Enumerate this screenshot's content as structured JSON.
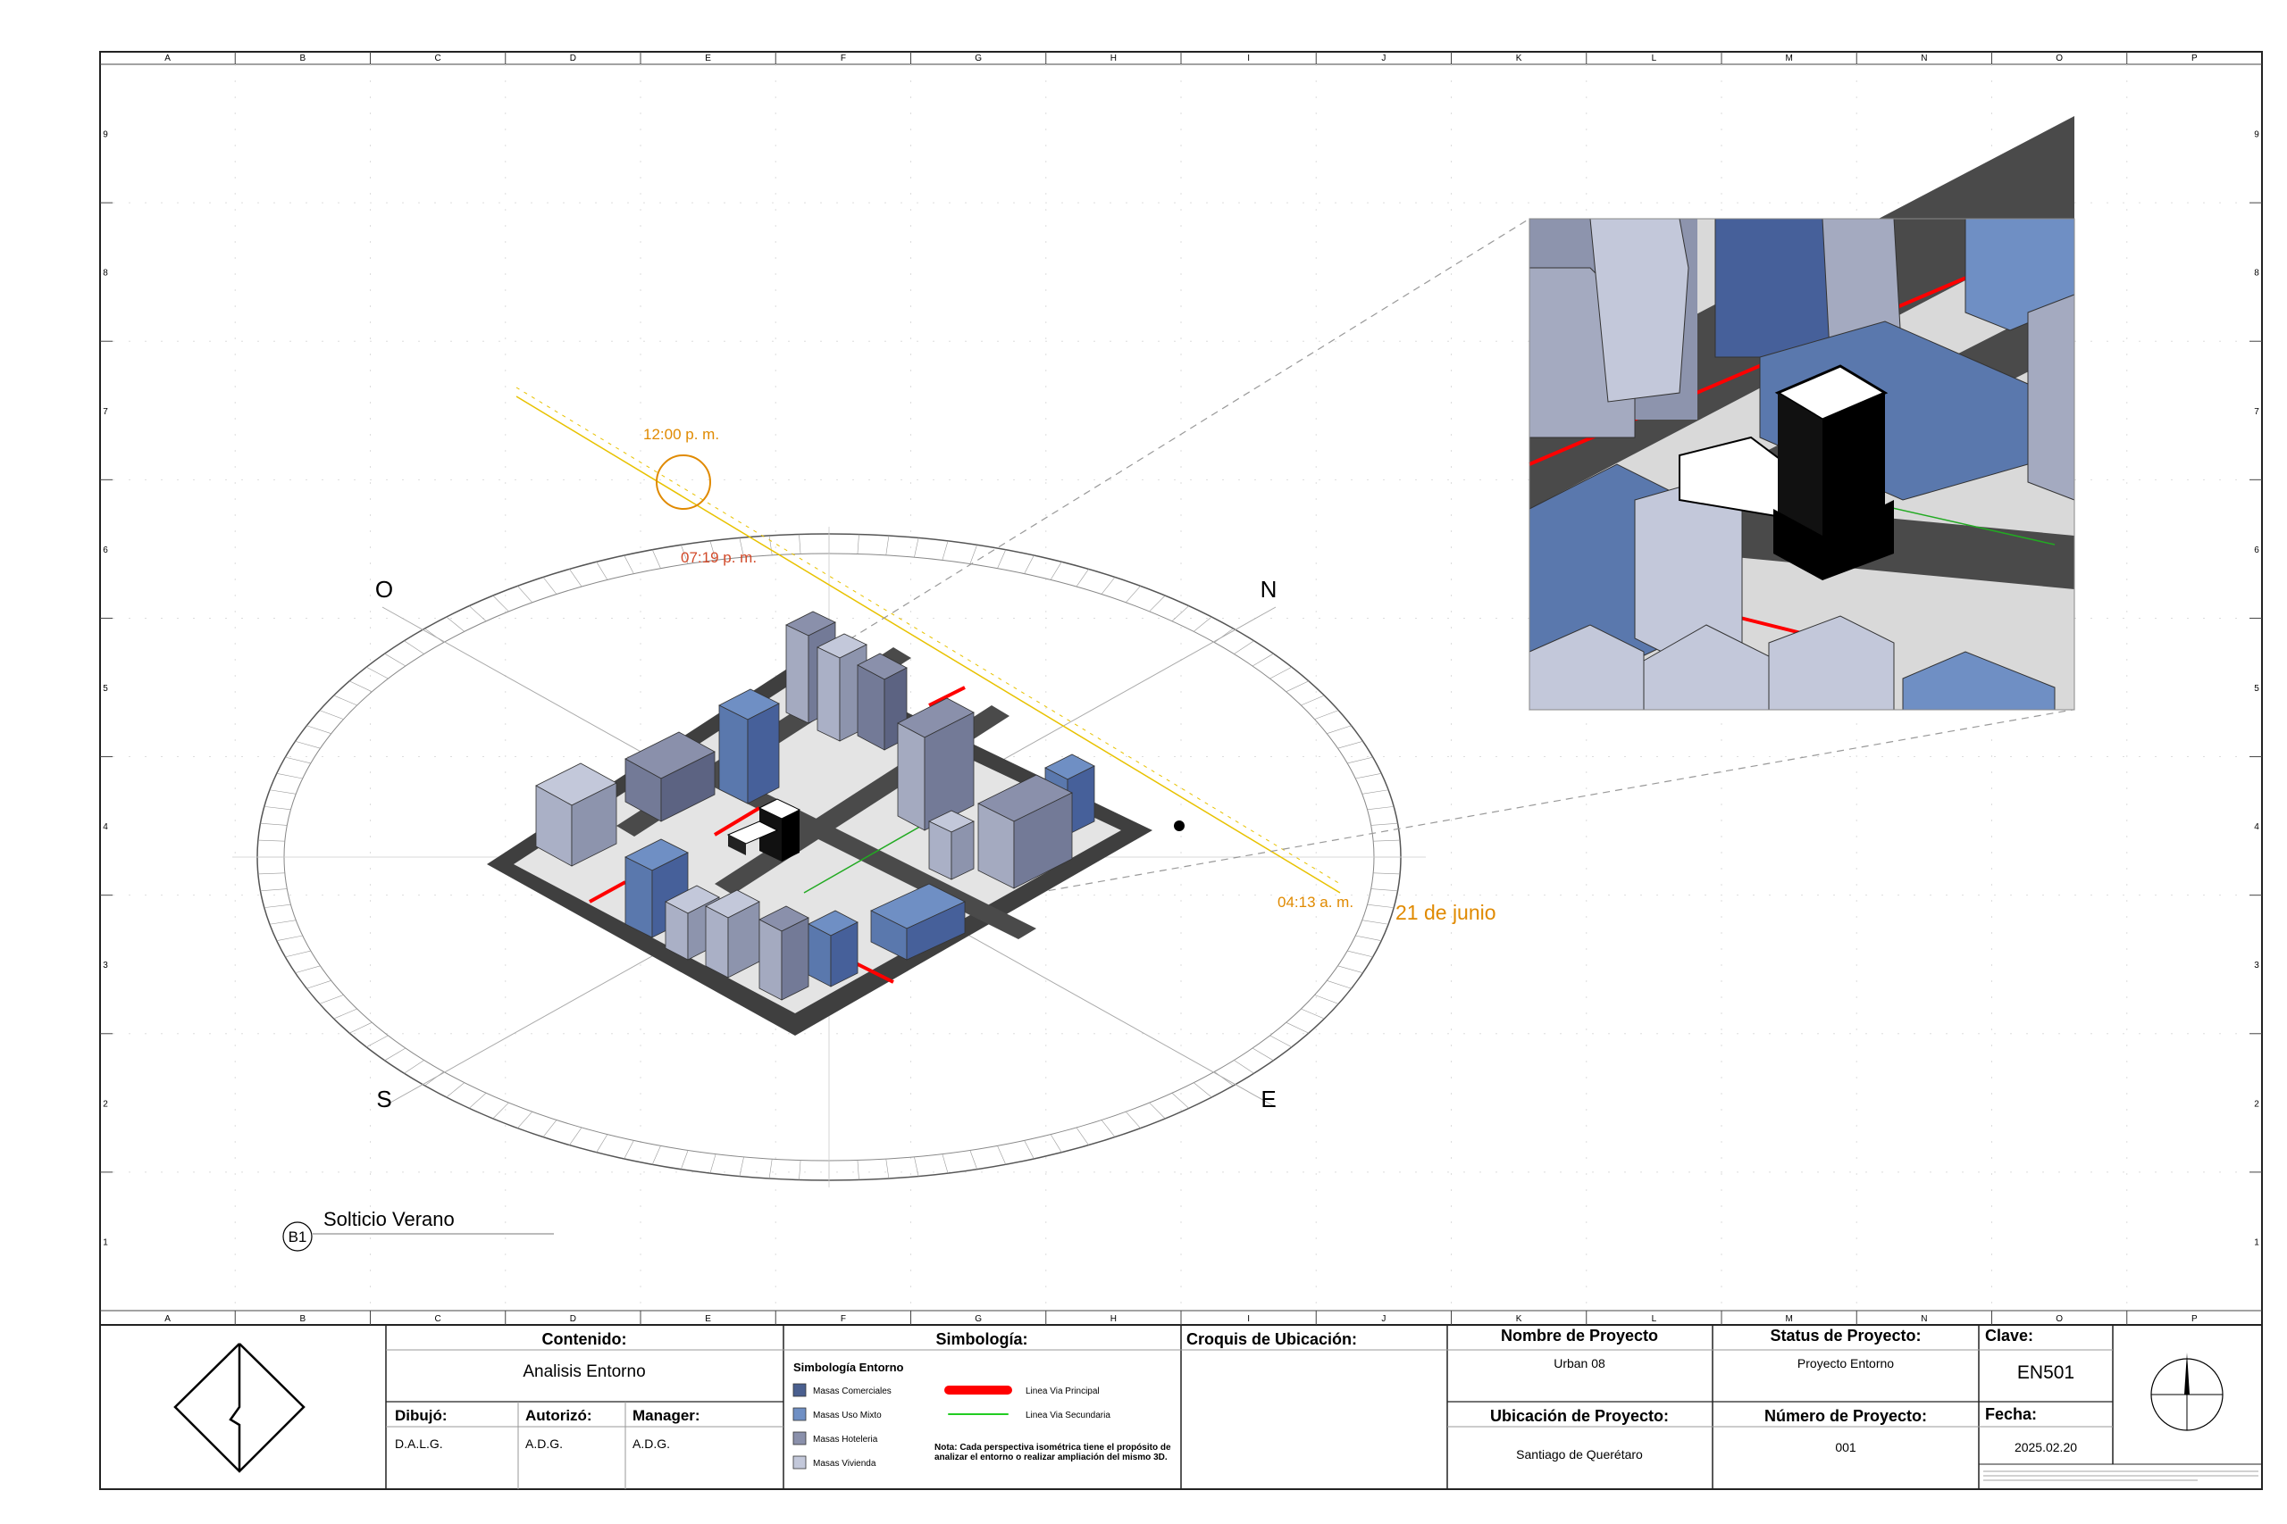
{
  "grid": {
    "columns": [
      "A",
      "B",
      "C",
      "D",
      "E",
      "F",
      "G",
      "H",
      "I",
      "J",
      "K",
      "L",
      "M",
      "N",
      "O",
      "P"
    ],
    "rows": [
      "9",
      "8",
      "7",
      "6",
      "5",
      "4",
      "3",
      "2",
      "1"
    ]
  },
  "compass": {
    "west": "O",
    "north": "N",
    "south": "S",
    "east": "E"
  },
  "sun_path": {
    "noon": "12:00 p. m.",
    "sunset": "07:19 p. m.",
    "sunrise": "04:13 a. m.",
    "date": "21 de junio",
    "color": "#e08a00"
  },
  "view": {
    "badge": "B1",
    "title": "Solticio Verano"
  },
  "title_block": {
    "contenido_label": "Contenido:",
    "contenido_value": "Analisis Entorno",
    "dibujo_label": "Dibujó:",
    "dibujo_value": "D.A.L.G.",
    "autorizo_label": "Autorizó:",
    "autorizo_value": "A.D.G.",
    "manager_label": "Manager:",
    "manager_value": "A.D.G.",
    "simbologia_label": "Simbología:",
    "simbologia_entorno": "Simbología Entorno",
    "legend_masses": [
      {
        "label": "Masas Comerciales",
        "color": "#4a5f8f"
      },
      {
        "label": "Masas Uso Mixto",
        "color": "#6f8fc4"
      },
      {
        "label": "Masas Hoteleria",
        "color": "#8a90ab"
      },
      {
        "label": "Masas Vivienda",
        "color": "#c3c8da"
      }
    ],
    "legend_lines": [
      {
        "label": "Linea Via Principal",
        "color": "#ff0000"
      },
      {
        "label": "Linea Via Secundaria",
        "color": "#22cc22"
      }
    ],
    "nota": "Nota: Cada perspectiva isométrica tiene el propósito de analizar el entorno o realizar ampliación del mismo 3D.",
    "croquis_label": "Croquis de Ubicación:",
    "nombre_label": "Nombre de Proyecto",
    "nombre_value": "Urban 08",
    "ubicacion_label": "Ubicación de Proyecto:",
    "ubicacion_value": "Santiago de Querétaro",
    "status_label": "Status de Proyecto:",
    "status_value": "Proyecto Entorno",
    "numero_label": "Número de Proyecto:",
    "numero_value": "001",
    "clave_label": "Clave:",
    "clave_value": "EN501",
    "fecha_label": "Fecha:",
    "fecha_value": "2025.02.20"
  },
  "colors": {
    "comercial": "#4a5f8f",
    "mixto": "#6f8fc4",
    "hotel": "#8a90ab",
    "vivienda": "#c3c8da",
    "road": "#4a4a4a",
    "main_road": "#ff0000"
  }
}
